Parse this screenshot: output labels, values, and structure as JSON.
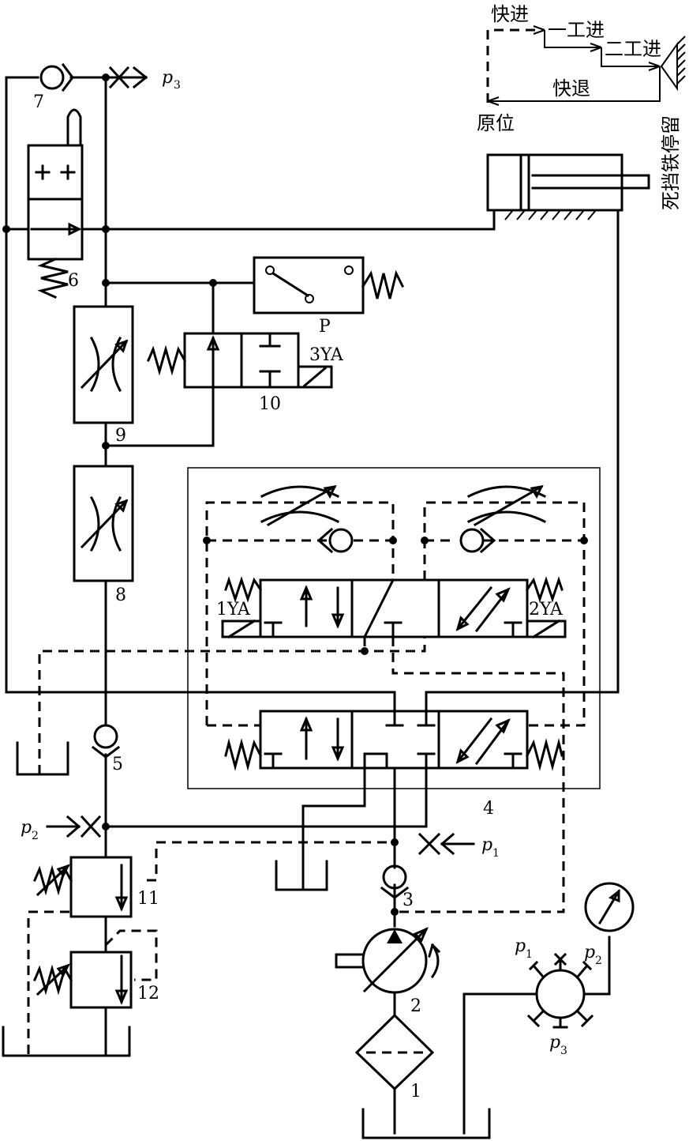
{
  "diagram": {
    "cycle": {
      "fast_forward": "快进",
      "work_feed_1": "一工进",
      "work_feed_2": "二工进",
      "fast_return": "快退",
      "home": "原位",
      "dead_stop": "死挡铁停留"
    },
    "labels": {
      "c1": "1",
      "c2": "2",
      "c3": "3",
      "c4": "4",
      "c5": "5",
      "c6": "6",
      "c7": "7",
      "c8": "8",
      "c9": "9",
      "c10": "10",
      "c11": "11",
      "c12": "12",
      "pressure_switch": "P",
      "sol_1": "1YA",
      "sol_2": "2YA",
      "sol_3": "3YA"
    },
    "pressure_points": {
      "p": "p",
      "s1": "1",
      "s2": "2",
      "s3": "3"
    }
  }
}
